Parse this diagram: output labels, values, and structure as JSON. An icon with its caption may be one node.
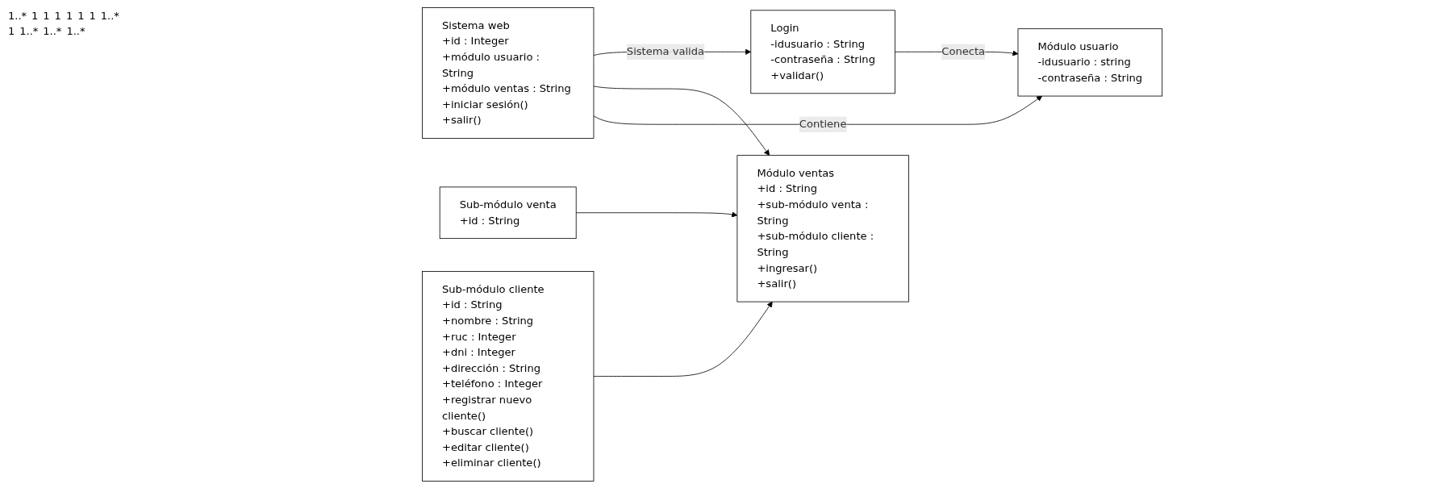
{
  "diagram": {
    "nodes": [
      {
        "text": [
          "Sistema web",
          "+id : Integer",
          "+módulo usuario : String",
          "+módulo ventas : String",
          "+iniciar sesión()",
          "+salir()"
        ]
      },
      {
        "text": [
          "Sub-módulo cliente",
          "+id : String",
          "+nombre : String",
          "+ruc : Integer",
          "+dni : Integer",
          "+dirección : String",
          "+teléfono : Integer",
          "+registrar nuevo cliente()",
          "+buscar cliente()",
          "+editar cliente()",
          "+eliminar cliente()"
        ]
      },
      {
        "text": [
          "Login",
          "-idusuario : String",
          "-contraseña : String",
          "+validar()"
        ]
      },
      {
        "text": [
          "Módulo ventas",
          "+id : String",
          "+sub-módulo venta : String",
          "+sub-módulo cliente : String",
          "+ingresar()",
          "+salir()"
        ]
      },
      {
        "text": [
          "Módulo usuario",
          "-idusuario : string",
          "-contraseña : String"
        ]
      },
      {
        "text": [
          "Sub-módulo venta",
          "+id : String"
        ]
      }
    ],
    "edges": [
      {
        "from": 0,
        "to": 2,
        "arrow": "to",
        "label": "Sistema valida"
      },
      {
        "from": 0,
        "to": 3,
        "arrow": "to"
      },
      {
        "from": 0,
        "to": 4,
        "arrow": "to",
        "label": "Contiene"
      },
      {
        "from": 2,
        "to": 4,
        "arrow": "to",
        "label": "Conecta"
      },
      {
        "from": 5,
        "to": 3,
        "arrow": "to"
      },
      {
        "from": 1,
        "to": 3,
        "arrow": "to"
      }
    ],
    "labels": [
      "1..*",
      "1",
      "1",
      "1",
      "1",
      "1",
      "1",
      "1..*",
      "1",
      "1..*",
      "1..*",
      "1..*"
    ]
  }
}
